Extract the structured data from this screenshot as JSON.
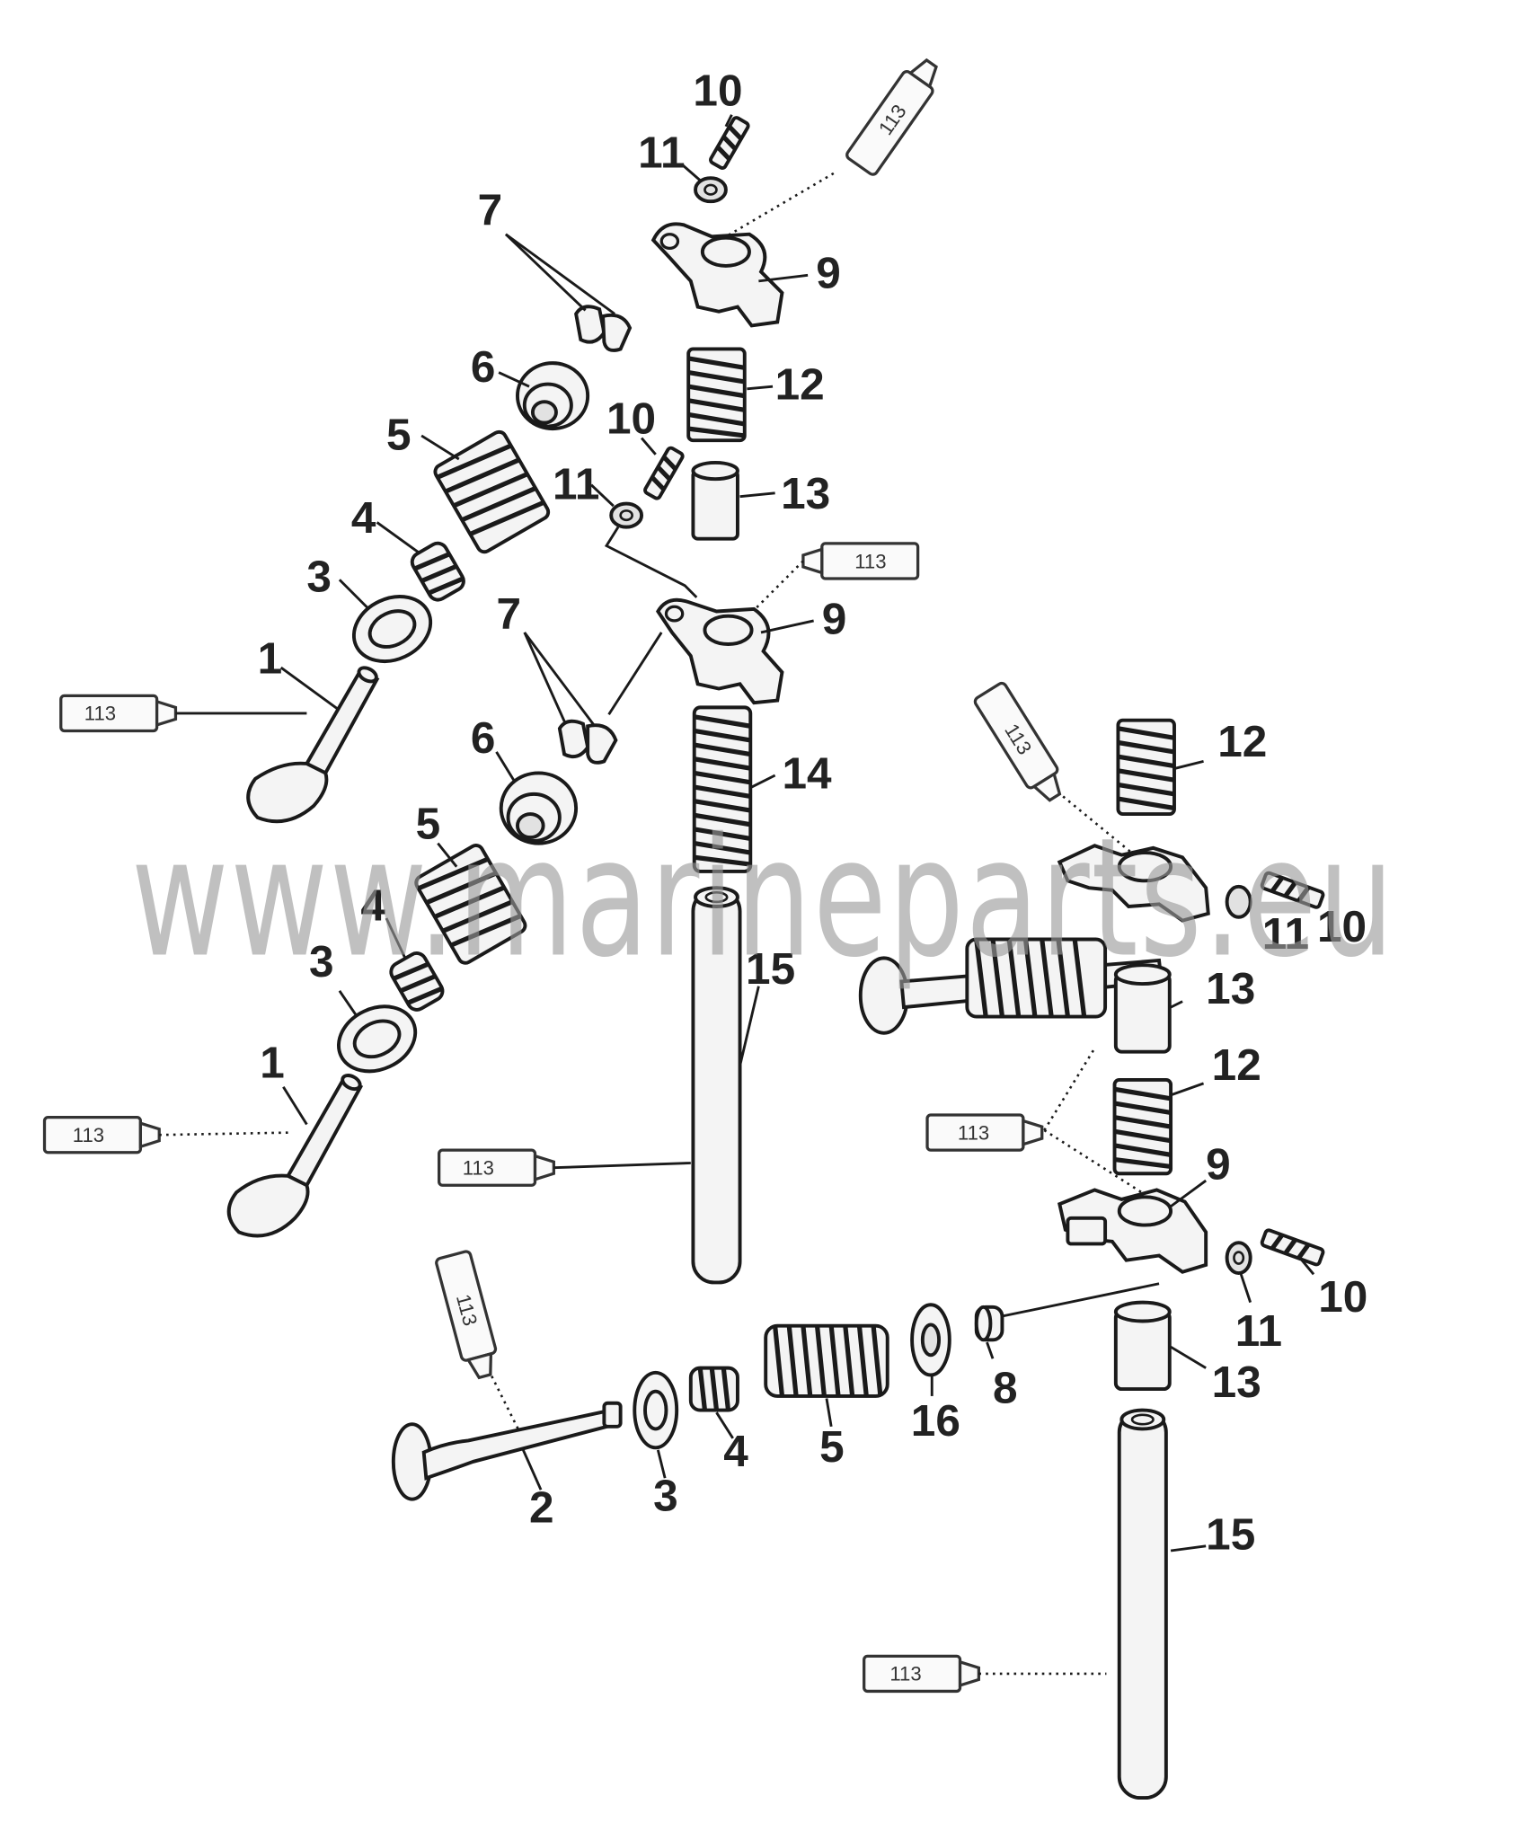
{
  "diagram": {
    "watermark": "www.marineparts.eu",
    "lubricant_code": "113",
    "part_labels": [
      {
        "id": "p10a",
        "text": "10"
      },
      {
        "id": "p11a",
        "text": "11"
      },
      {
        "id": "p7a",
        "text": "7"
      },
      {
        "id": "p9a",
        "text": "9"
      },
      {
        "id": "p6a",
        "text": "6"
      },
      {
        "id": "p12a",
        "text": "12"
      },
      {
        "id": "p10b",
        "text": "10"
      },
      {
        "id": "p5a",
        "text": "5"
      },
      {
        "id": "p11b",
        "text": "11"
      },
      {
        "id": "p13a",
        "text": "13"
      },
      {
        "id": "p4a",
        "text": "4"
      },
      {
        "id": "p3a",
        "text": "3"
      },
      {
        "id": "p7b",
        "text": "7"
      },
      {
        "id": "p9b",
        "text": "9"
      },
      {
        "id": "p1a",
        "text": "1"
      },
      {
        "id": "p6b",
        "text": "6"
      },
      {
        "id": "p12b",
        "text": "12"
      },
      {
        "id": "p14",
        "text": "14"
      },
      {
        "id": "p5b",
        "text": "5"
      },
      {
        "id": "p4b",
        "text": "4"
      },
      {
        "id": "p11c",
        "text": "11"
      },
      {
        "id": "p10c",
        "text": "10"
      },
      {
        "id": "p13b",
        "text": "13"
      },
      {
        "id": "p15a",
        "text": "15"
      },
      {
        "id": "p3b",
        "text": "3"
      },
      {
        "id": "p1b",
        "text": "1"
      },
      {
        "id": "p12c",
        "text": "12"
      },
      {
        "id": "p9c",
        "text": "9"
      },
      {
        "id": "p10d",
        "text": "10"
      },
      {
        "id": "p11d",
        "text": "11"
      },
      {
        "id": "p13c",
        "text": "13"
      },
      {
        "id": "p8",
        "text": "8"
      },
      {
        "id": "p16",
        "text": "16"
      },
      {
        "id": "p5c",
        "text": "5"
      },
      {
        "id": "p4c",
        "text": "4"
      },
      {
        "id": "p3c",
        "text": "3"
      },
      {
        "id": "p2",
        "text": "2"
      },
      {
        "id": "p15b",
        "text": "15"
      }
    ]
  }
}
